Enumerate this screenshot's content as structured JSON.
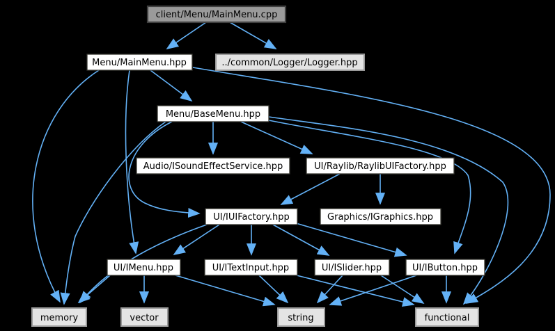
{
  "graph": {
    "title": "Include dependency graph for client/Menu/MainMenu.cpp",
    "background_color": "#000000",
    "edge_color": "#63b1f6",
    "node_fill_main": "#9a9a9a",
    "node_fill_documented": "#ffffff",
    "node_fill_leaf": "#e4e4e4",
    "nodes": [
      {
        "id": "mainmenu-cpp",
        "label": "client/Menu/MainMenu.cpp",
        "kind": "main"
      },
      {
        "id": "mainmenu-hpp",
        "label": "Menu/MainMenu.hpp",
        "kind": "documented"
      },
      {
        "id": "logger-hpp",
        "label": "../common/Logger/Logger.hpp",
        "kind": "leaf"
      },
      {
        "id": "basemenu-hpp",
        "label": "Menu/BaseMenu.hpp",
        "kind": "documented"
      },
      {
        "id": "isoundeffectservice-hpp",
        "label": "Audio/ISoundEffectService.hpp",
        "kind": "documented"
      },
      {
        "id": "raylibuifactory-hpp",
        "label": "UI/Raylib/RaylibUIFactory.hpp",
        "kind": "documented"
      },
      {
        "id": "iuifactory-hpp",
        "label": "UI/IUIFactory.hpp",
        "kind": "documented"
      },
      {
        "id": "igraphics-hpp",
        "label": "Graphics/IGraphics.hpp",
        "kind": "documented"
      },
      {
        "id": "imenu-hpp",
        "label": "UI/IMenu.hpp",
        "kind": "documented"
      },
      {
        "id": "itextinput-hpp",
        "label": "UI/ITextInput.hpp",
        "kind": "documented"
      },
      {
        "id": "islider-hpp",
        "label": "UI/ISlider.hpp",
        "kind": "documented"
      },
      {
        "id": "ibutton-hpp",
        "label": "UI/IButton.hpp",
        "kind": "documented"
      },
      {
        "id": "memory",
        "label": "memory",
        "kind": "leaf"
      },
      {
        "id": "vector",
        "label": "vector",
        "kind": "leaf"
      },
      {
        "id": "string",
        "label": "string",
        "kind": "leaf"
      },
      {
        "id": "functional",
        "label": "functional",
        "kind": "leaf"
      }
    ],
    "edges": [
      {
        "from": "mainmenu-cpp",
        "to": "mainmenu-hpp"
      },
      {
        "from": "mainmenu-cpp",
        "to": "logger-hpp"
      },
      {
        "from": "mainmenu-hpp",
        "to": "basemenu-hpp"
      },
      {
        "from": "mainmenu-hpp",
        "to": "imenu-hpp"
      },
      {
        "from": "mainmenu-hpp",
        "to": "memory"
      },
      {
        "from": "mainmenu-hpp",
        "to": "functional"
      },
      {
        "from": "basemenu-hpp",
        "to": "isoundeffectservice-hpp"
      },
      {
        "from": "basemenu-hpp",
        "to": "raylibuifactory-hpp"
      },
      {
        "from": "basemenu-hpp",
        "to": "iuifactory-hpp"
      },
      {
        "from": "basemenu-hpp",
        "to": "memory"
      },
      {
        "from": "basemenu-hpp",
        "to": "functional"
      },
      {
        "from": "basemenu-hpp",
        "to": "ibutton-hpp"
      },
      {
        "from": "raylibuifactory-hpp",
        "to": "igraphics-hpp"
      },
      {
        "from": "raylibuifactory-hpp",
        "to": "iuifactory-hpp"
      },
      {
        "from": "iuifactory-hpp",
        "to": "imenu-hpp"
      },
      {
        "from": "iuifactory-hpp",
        "to": "itextinput-hpp"
      },
      {
        "from": "iuifactory-hpp",
        "to": "islider-hpp"
      },
      {
        "from": "iuifactory-hpp",
        "to": "ibutton-hpp"
      },
      {
        "from": "iuifactory-hpp",
        "to": "memory"
      },
      {
        "from": "imenu-hpp",
        "to": "memory"
      },
      {
        "from": "imenu-hpp",
        "to": "vector"
      },
      {
        "from": "imenu-hpp",
        "to": "string"
      },
      {
        "from": "itextinput-hpp",
        "to": "string"
      },
      {
        "from": "itextinput-hpp",
        "to": "functional"
      },
      {
        "from": "islider-hpp",
        "to": "string"
      },
      {
        "from": "islider-hpp",
        "to": "functional"
      },
      {
        "from": "ibutton-hpp",
        "to": "string"
      },
      {
        "from": "ibutton-hpp",
        "to": "functional"
      }
    ]
  }
}
